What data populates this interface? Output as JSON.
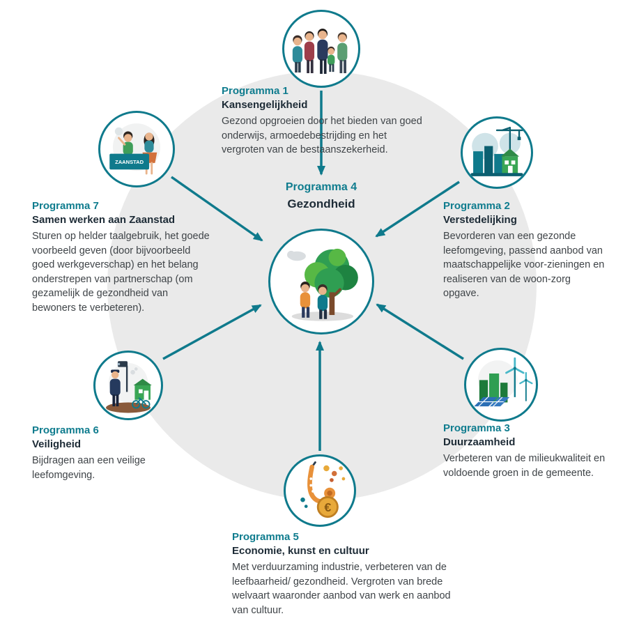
{
  "colors": {
    "teal": "#0f7a8c",
    "label_teal": "#0f7c8e",
    "title_dark": "#1d2b36",
    "body_text": "#3f4448",
    "big_circle_bg": "#eaeaea",
    "orange": "#e8913a",
    "green": "#2f9e52",
    "coin_gold": "#e8a93a"
  },
  "center": {
    "label": "Programma 4",
    "title": "Gezondheid"
  },
  "programs": [
    {
      "label": "Programma 1",
      "title": "Kansengelijkheid",
      "description": "Gezond opgroeien door het bieden van goed onderwijs, armoedebestrijding en het vergroten van de bestaanszekerheid."
    },
    {
      "label": "Programma 2",
      "title": "Verstedelijking",
      "description": "Bevorderen van een gezonde leefomgeving, passend aanbod van maatschappelijke voor-zieningen en realiseren van de woon-zorg opgave."
    },
    {
      "label": "Programma 3",
      "title": "Duurzaamheid",
      "description": "Verbeteren van de milieukwaliteit en voldoende groen in de gemeente."
    },
    {
      "label": "Programma 5",
      "title": "Economie, kunst en cultuur",
      "description": "Met verduurzaming industrie, verbeteren van de leefbaarheid/ gezondheid. Vergroten van brede welvaart waaronder aanbod van werk en aanbod van cultuur."
    },
    {
      "label": "Programma 6",
      "title": "Veiligheid",
      "description": "Bijdragen aan een veilige leefomgeving."
    },
    {
      "label": "Programma 7",
      "title": "Samen werken aan Zaanstad",
      "description": "Sturen op helder taalgebruik, het goede voorbeeld geven (door bijvoorbeeld goed werkgeverschap) en het belang onderstrepen van partnerschap (om gezamelijk de gezondheid van bewoners te verbeteren)."
    }
  ],
  "counter_sign": "ZAANSTAD",
  "euro_symbol": "€",
  "icons": {
    "center": "health-tree-walkers-icon",
    "program1": "family-group-icon",
    "program2": "city-construction-crane-icon",
    "program3": "windmills-solar-icon",
    "program5": "saxophone-euro-coin-icon",
    "program6": "police-security-camera-icon",
    "program7": "service-counter-icon"
  }
}
